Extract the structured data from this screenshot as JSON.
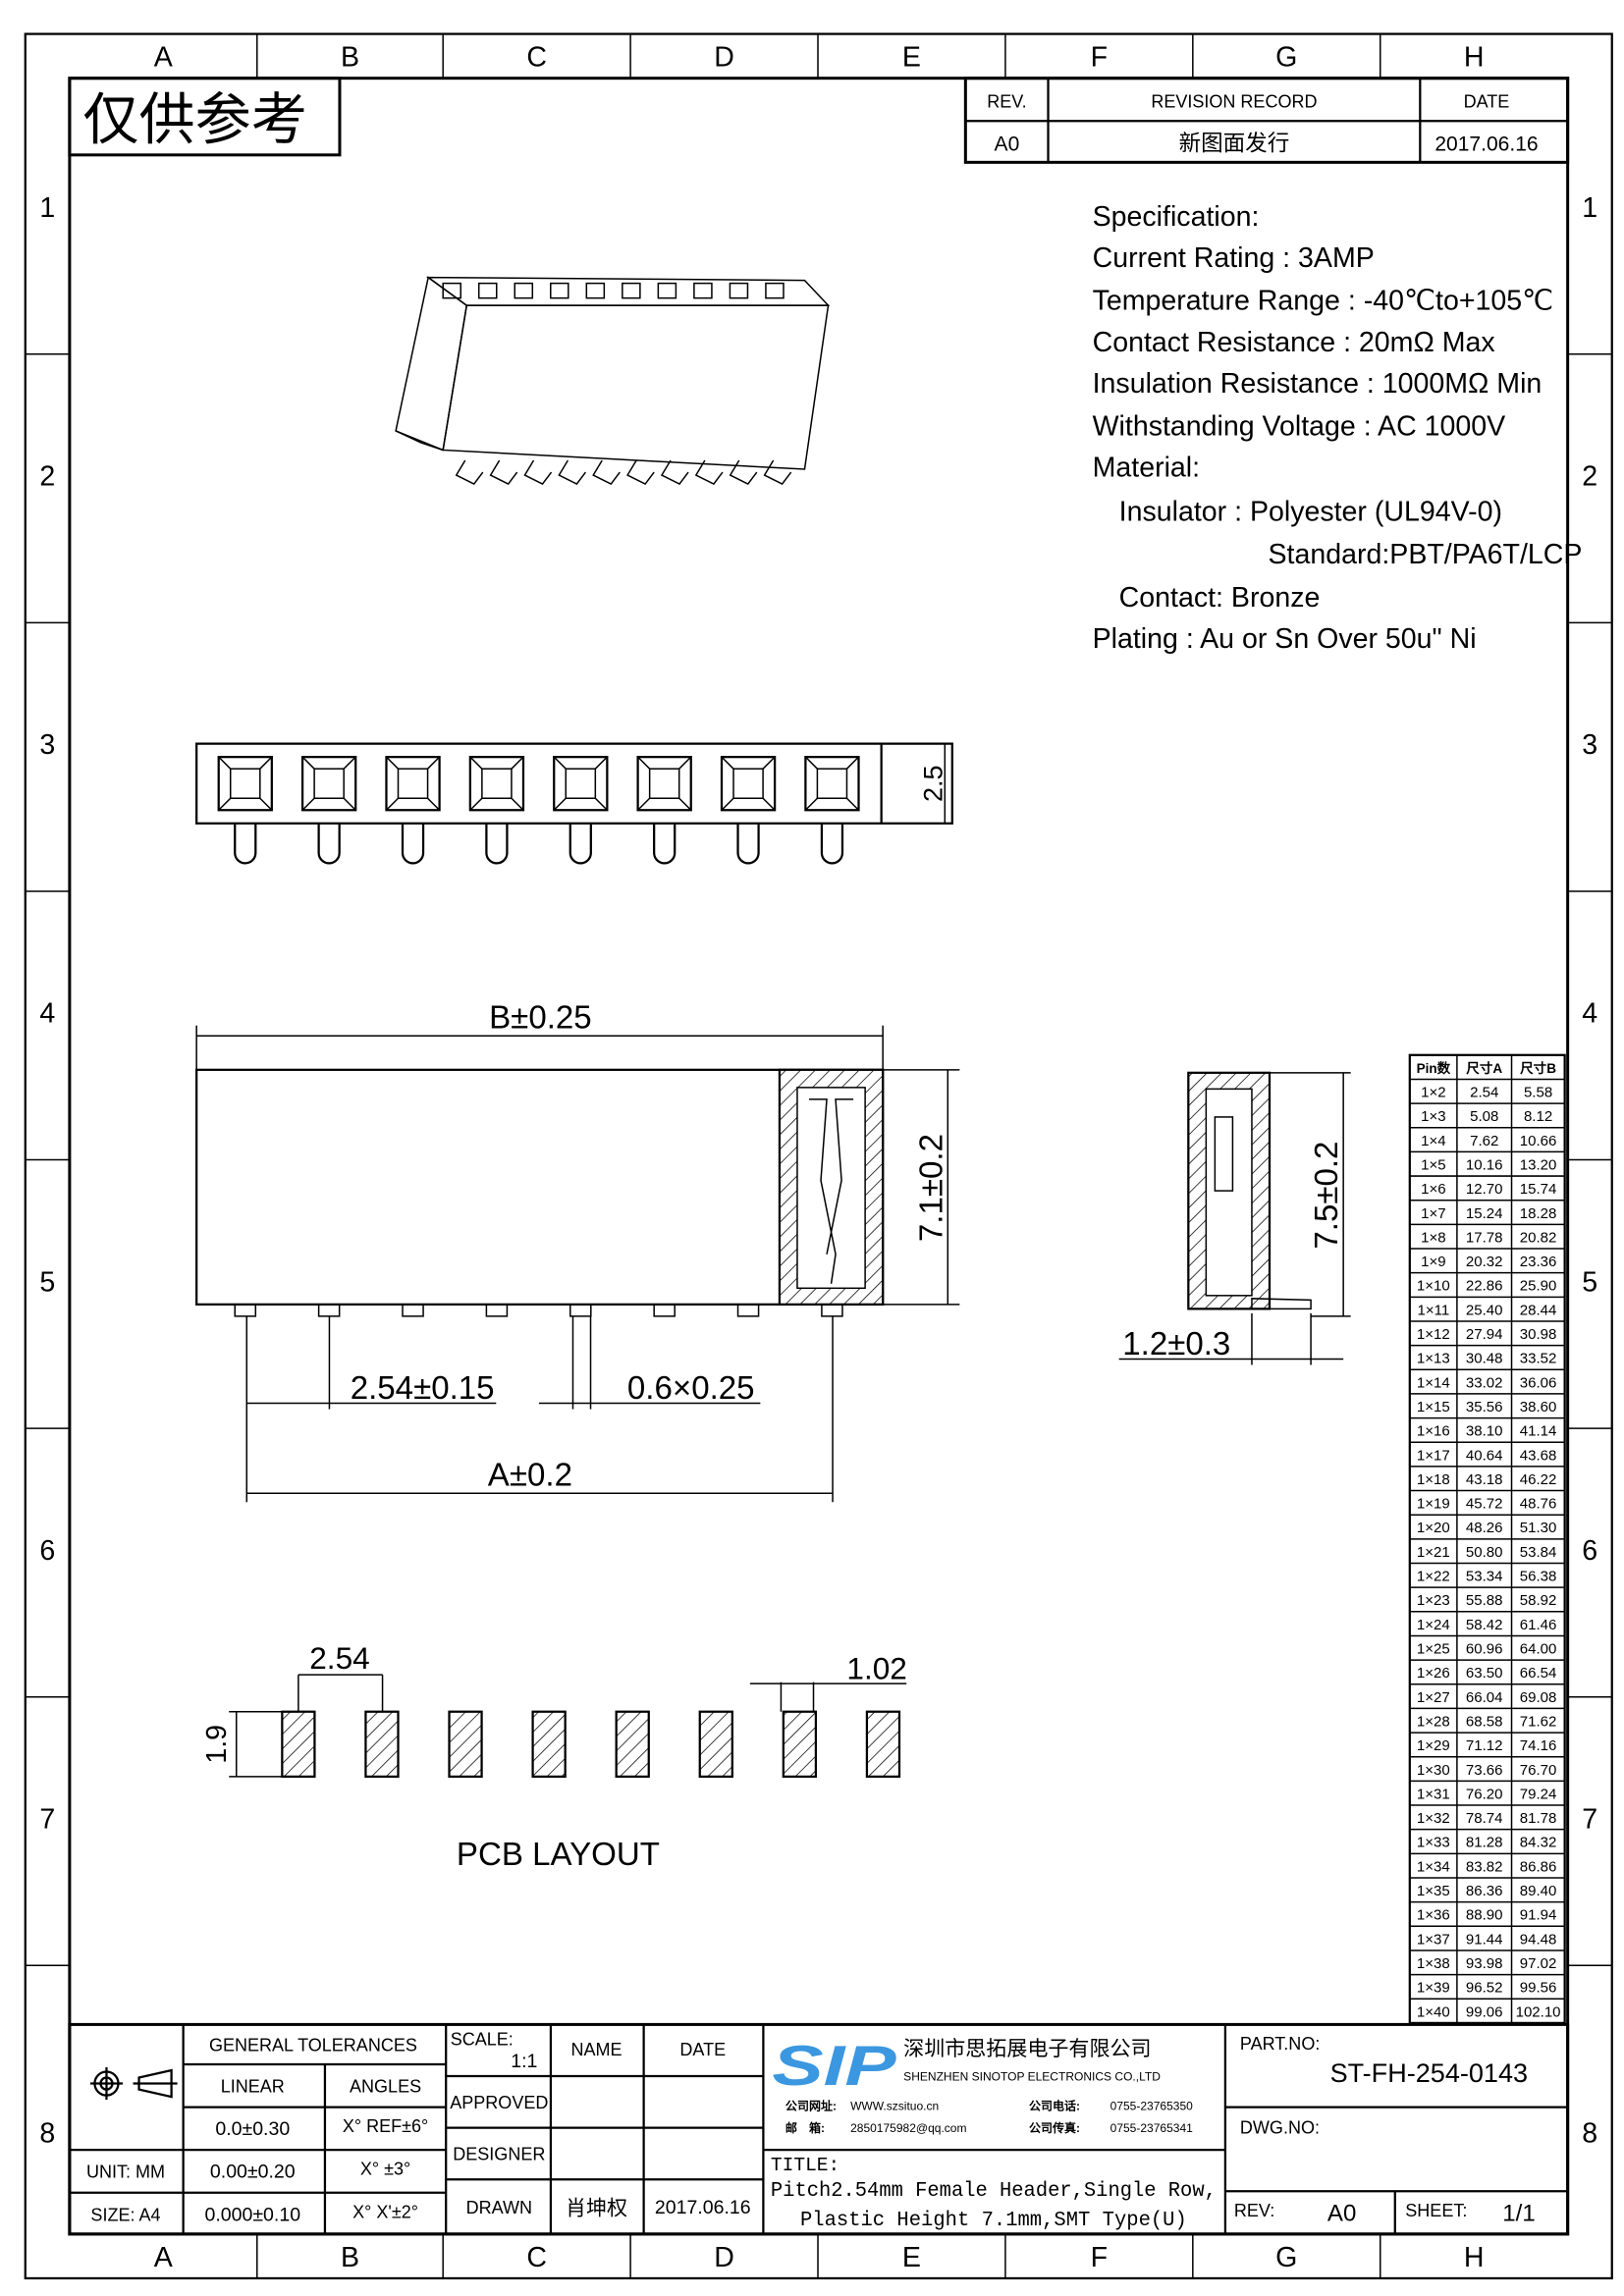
{
  "frame": {
    "columns": [
      "A",
      "B",
      "C",
      "D",
      "E",
      "F",
      "G",
      "H"
    ],
    "rows": [
      "1",
      "2",
      "3",
      "4",
      "5",
      "6",
      "7",
      "8"
    ]
  },
  "stamp": "仅供参考",
  "revision": {
    "headers": {
      "rev": "REV.",
      "record": "REVISION RECORD",
      "date": "DATE"
    },
    "row": {
      "rev": "A0",
      "record": "新图面发行",
      "date": "2017.06.16"
    }
  },
  "spec": {
    "lines": [
      "Specification:",
      "Current Rating : 3AMP",
      "Temperature Range : -40℃to+105℃",
      "Contact Resistance : 20mΩ Max",
      "Insulation Resistance : 1000MΩ Min",
      "Withstanding Voltage : AC 1000V",
      "Material:",
      "Insulator : Polyester (UL94V-0)",
      "Standard:PBT/PA6T/LCP",
      "Contact: Bronze",
      "Plating : Au or Sn Over 50u\" Ni"
    ]
  },
  "dimensions": {
    "top_height": "2.5",
    "b_length": "B±0.25",
    "height_front": "7.1±0.2",
    "pitch": "2.54±0.15",
    "pin_size": "0.6×0.25",
    "a_length": "A±0.2",
    "height_side": "7.5±0.2",
    "foot": "1.2±0.3",
    "pcb_pitch": "2.54",
    "pcb_pad_height": "1.9",
    "pcb_pad_width": "1.02",
    "pcb_label": "PCB LAYOUT"
  },
  "size_table": {
    "headers": [
      "Pin数",
      "尺寸A",
      "尺寸B"
    ],
    "rows": [
      [
        "1×2",
        "2.54",
        "5.58"
      ],
      [
        "1×3",
        "5.08",
        "8.12"
      ],
      [
        "1×4",
        "7.62",
        "10.66"
      ],
      [
        "1×5",
        "10.16",
        "13.20"
      ],
      [
        "1×6",
        "12.70",
        "15.74"
      ],
      [
        "1×7",
        "15.24",
        "18.28"
      ],
      [
        "1×8",
        "17.78",
        "20.82"
      ],
      [
        "1×9",
        "20.32",
        "23.36"
      ],
      [
        "1×10",
        "22.86",
        "25.90"
      ],
      [
        "1×11",
        "25.40",
        "28.44"
      ],
      [
        "1×12",
        "27.94",
        "30.98"
      ],
      [
        "1×13",
        "30.48",
        "33.52"
      ],
      [
        "1×14",
        "33.02",
        "36.06"
      ],
      [
        "1×15",
        "35.56",
        "38.60"
      ],
      [
        "1×16",
        "38.10",
        "41.14"
      ],
      [
        "1×17",
        "40.64",
        "43.68"
      ],
      [
        "1×18",
        "43.18",
        "46.22"
      ],
      [
        "1×19",
        "45.72",
        "48.76"
      ],
      [
        "1×20",
        "48.26",
        "51.30"
      ],
      [
        "1×21",
        "50.80",
        "53.84"
      ],
      [
        "1×22",
        "53.34",
        "56.38"
      ],
      [
        "1×23",
        "55.88",
        "58.92"
      ],
      [
        "1×24",
        "58.42",
        "61.46"
      ],
      [
        "1×25",
        "60.96",
        "64.00"
      ],
      [
        "1×26",
        "63.50",
        "66.54"
      ],
      [
        "1×27",
        "66.04",
        "69.08"
      ],
      [
        "1×28",
        "68.58",
        "71.62"
      ],
      [
        "1×29",
        "71.12",
        "74.16"
      ],
      [
        "1×30",
        "73.66",
        "76.70"
      ],
      [
        "1×31",
        "76.20",
        "79.24"
      ],
      [
        "1×32",
        "78.74",
        "81.78"
      ],
      [
        "1×33",
        "81.28",
        "84.32"
      ],
      [
        "1×34",
        "83.82",
        "86.86"
      ],
      [
        "1×35",
        "86.36",
        "89.40"
      ],
      [
        "1×36",
        "88.90",
        "91.94"
      ],
      [
        "1×37",
        "91.44",
        "94.48"
      ],
      [
        "1×38",
        "93.98",
        "97.02"
      ],
      [
        "1×39",
        "96.52",
        "99.56"
      ],
      [
        "1×40",
        "99.06",
        "102.10"
      ]
    ]
  },
  "title_block": {
    "general_tolerances": "GENERAL TOLERANCES",
    "linear": "LINEAR",
    "angles": "ANGLES",
    "lin": [
      "0.0±0.30",
      "0.00±0.20",
      "0.000±0.10"
    ],
    "ang": [
      "X° REF±6°",
      "X° ±3°",
      "X° X'±2°"
    ],
    "unit": "UNIT: MM",
    "size": "SIZE: A4",
    "scale_label": "SCALE:",
    "scale_value": "1:1",
    "name": "NAME",
    "date": "DATE",
    "approved": "APPROVED",
    "designer": "DESIGNER",
    "drawn": "DRAWN",
    "drawn_name": "肖坤权",
    "drawn_date": "2017.06.16",
    "logo_text": "SIP",
    "company_cn": "深圳市思拓展电子有限公司",
    "company_en": "SHENZHEN SINOTOP ELECTRONICS CO.,LTD",
    "website_label": "公司网址:",
    "website": "WWW.szsituo.cn",
    "email_label": "邮　箱:",
    "email": "2850175982@qq.com",
    "phone_label": "公司电话:",
    "phone": "0755-23765350",
    "fax_label": "公司传真:",
    "fax": "0755-23765341",
    "title_label": "TITLE:",
    "title_line1": "Pitch2.54mm Female Header,Single Row,",
    "title_line2": "Plastic Height 7.1mm,SMT Type(U)",
    "part_no_label": "PART.NO:",
    "part_no": "ST-FH-254-0143",
    "dwg_no_label": "DWG.NO:",
    "rev_label": "REV:",
    "rev": "A0",
    "sheet_label": "SHEET:",
    "sheet": "1/1"
  },
  "colors": {
    "logo": "#3b97e0"
  }
}
